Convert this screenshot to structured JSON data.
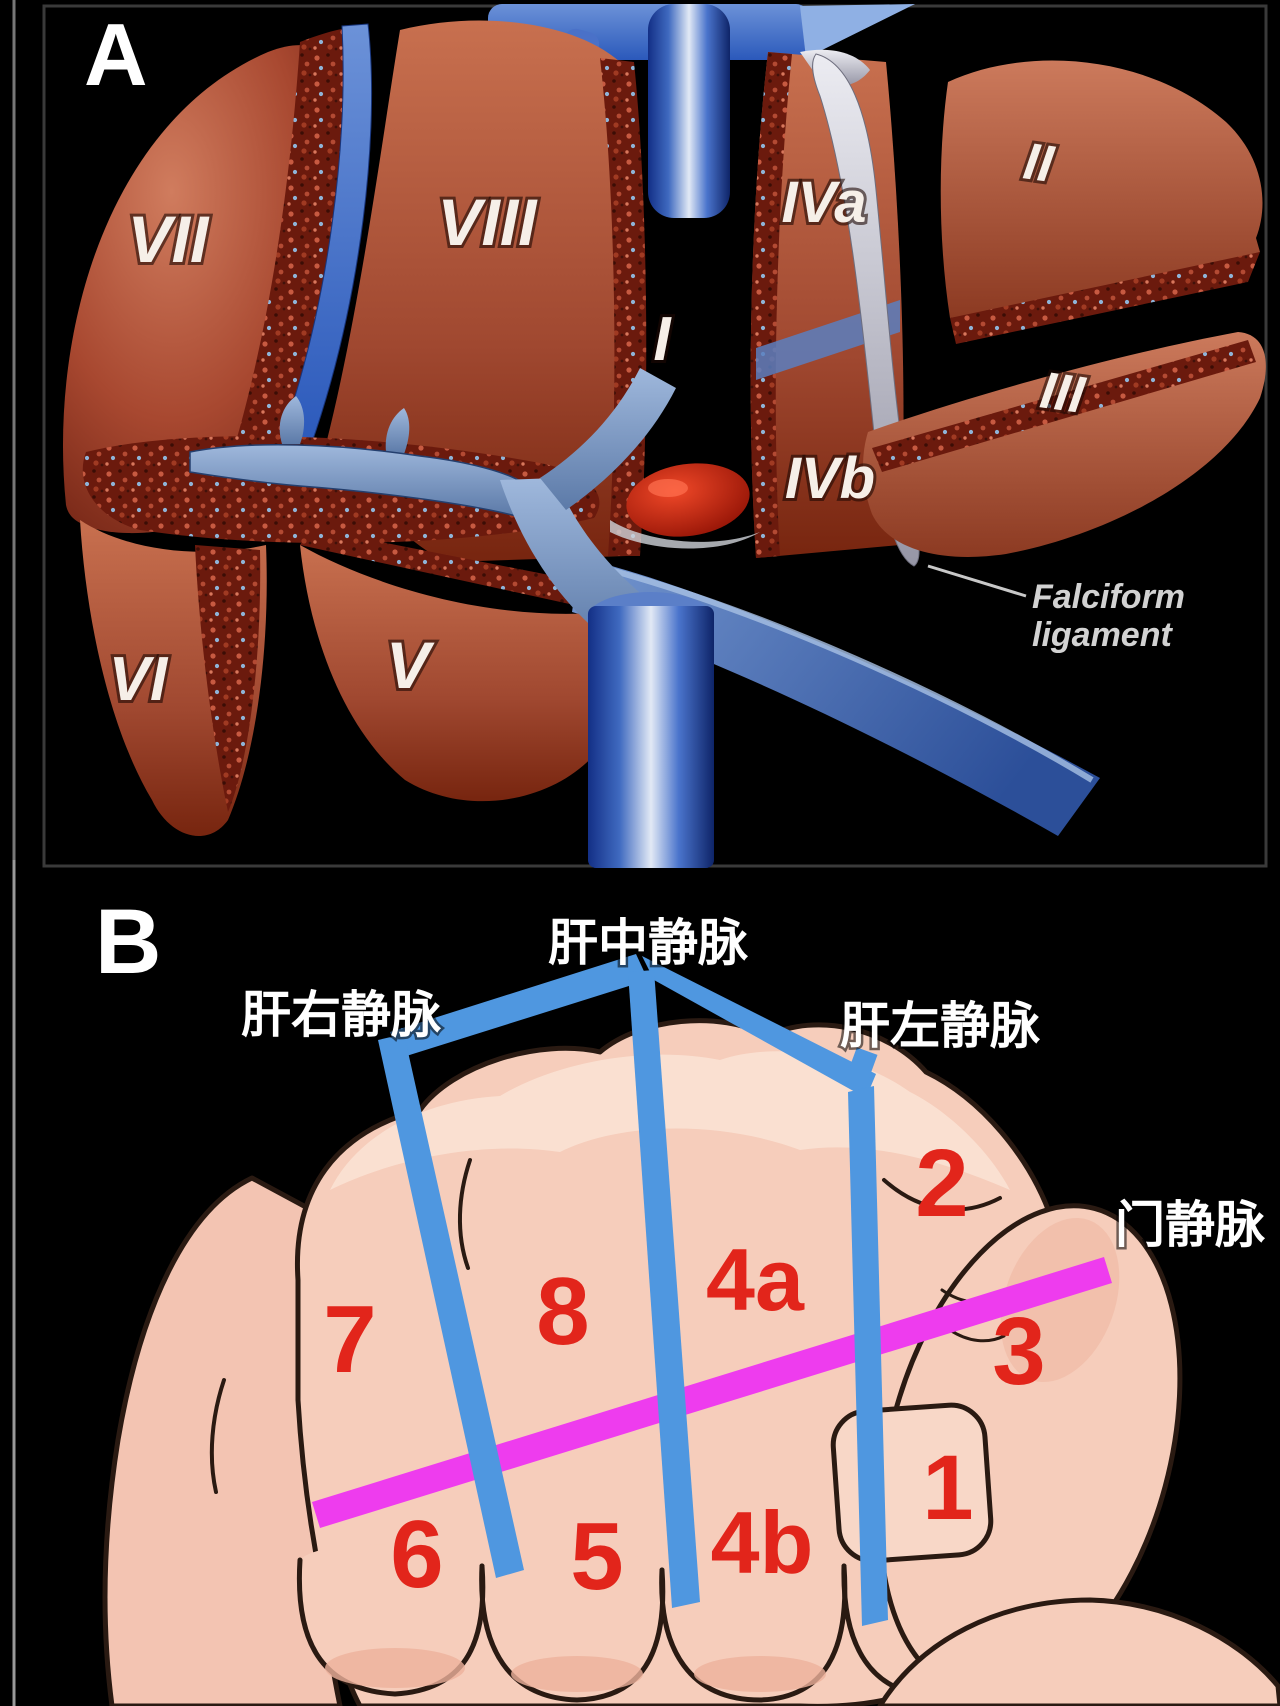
{
  "figure": {
    "type": "liver-couinaud-segments-diagram",
    "panel_a": {
      "panel_letter": "A",
      "segment_labels": [
        "VII",
        "VIII",
        "IVa",
        "II",
        "I",
        "III",
        "IVb",
        "VI",
        "V"
      ],
      "annotation": {
        "line1": "Falciform",
        "line2": "ligament"
      }
    },
    "panel_b": {
      "panel_letter": "B",
      "vein_labels": {
        "middle_hepatic": "肝中静脉",
        "right_hepatic": "肝右静脉",
        "left_hepatic": "肝左静脉",
        "portal": "门静脉"
      },
      "segment_numbers": [
        "7",
        "8",
        "4a",
        "2",
        "3",
        "1",
        "6",
        "5",
        "4b"
      ]
    },
    "colors": {
      "background": "#000000",
      "liver_surface": "#b4543c",
      "liver_cut_surface": "#6b1a0d",
      "hepatic_vein_blue": "#3f68c0",
      "ivc_highlight": "#dfe7f4",
      "falciform_ligament": "#c9c9d4",
      "fist_skin": "#f6cdbb",
      "fist_outline": "#2a1a12",
      "vein_band_blue": "#4f97e0",
      "portal_band_magenta": "#ee3cee",
      "segment_number_red": "#e2251b",
      "label_white": "#ffffff"
    }
  }
}
